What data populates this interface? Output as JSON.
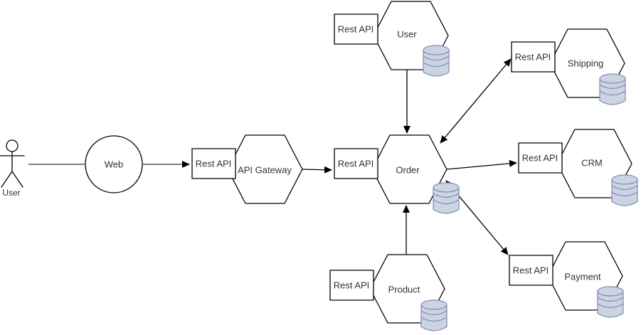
{
  "diagram": {
    "actor": {
      "label": "User"
    },
    "web": {
      "label": "Web"
    },
    "rest_api_label": "Rest API",
    "services": {
      "gateway": {
        "label": "API Gateway",
        "has_database": false
      },
      "user": {
        "label": "User",
        "has_database": true
      },
      "order": {
        "label": "Order",
        "has_database": true
      },
      "product": {
        "label": "Product",
        "has_database": true
      },
      "shipping": {
        "label": "Shipping",
        "has_database": true
      },
      "crm": {
        "label": "CRM",
        "has_database": true
      },
      "payment": {
        "label": "Payment",
        "has_database": true
      }
    },
    "connections": [
      {
        "from": "User actor",
        "to": "Web",
        "arrow": "none"
      },
      {
        "from": "Web",
        "to": "API Gateway Rest API",
        "arrow": "end"
      },
      {
        "from": "API Gateway",
        "to": "Order Rest API",
        "arrow": "end"
      },
      {
        "from": "User service",
        "to": "Order",
        "arrow": "end"
      },
      {
        "from": "Product",
        "to": "Order",
        "arrow": "end"
      },
      {
        "from": "Order",
        "to": "Shipping Rest API",
        "arrow": "both"
      },
      {
        "from": "Order",
        "to": "CRM Rest API",
        "arrow": "end"
      },
      {
        "from": "Order",
        "to": "Payment Rest API",
        "arrow": "both"
      }
    ],
    "colors": {
      "shape_stroke": "#000000",
      "shape_fill": "#ffffff",
      "edge_primary": "#000000",
      "edge_gray": "#808080",
      "database_fill": "#ccd3e2",
      "database_stroke": "#7e8cb0",
      "text": "#333333",
      "background": "#ffffff"
    }
  }
}
